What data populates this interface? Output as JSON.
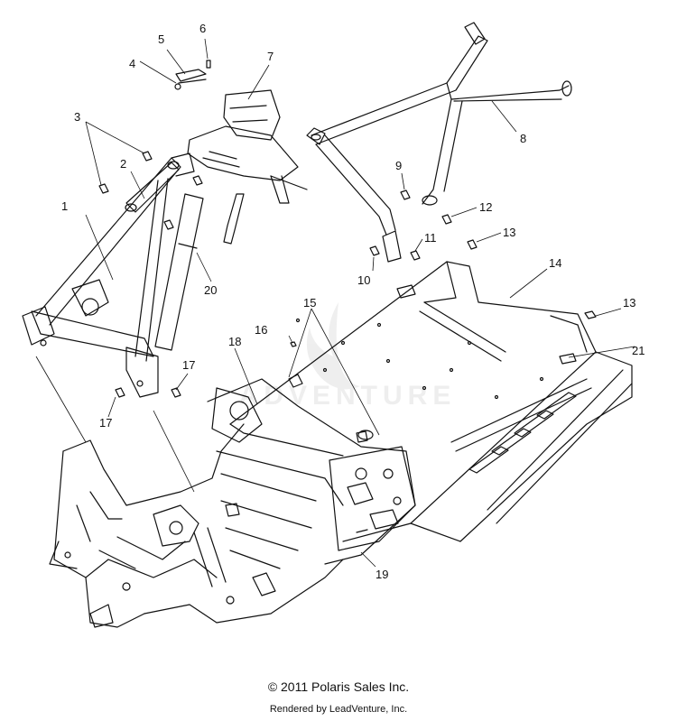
{
  "callouts": {
    "c1": "1",
    "c2": "2",
    "c3": "3",
    "c4": "4",
    "c5": "5",
    "c6": "6",
    "c7": "7",
    "c8": "8",
    "c9": "9",
    "c10": "10",
    "c11": "11",
    "c12": "12",
    "c13a": "13",
    "c13b": "13",
    "c14": "14",
    "c15": "15",
    "c16": "16",
    "c17a": "17",
    "c17b": "17",
    "c18": "18",
    "c19": "19",
    "c20": "20",
    "c21": "21"
  },
  "watermark": "ADVENTURE",
  "footer": {
    "copyright": "© 2011 Polaris Sales Inc.",
    "rendered_by": "Rendered by LeadVenture, Inc."
  },
  "colors": {
    "line": "#111111",
    "watermark": "#d9d9d9"
  }
}
